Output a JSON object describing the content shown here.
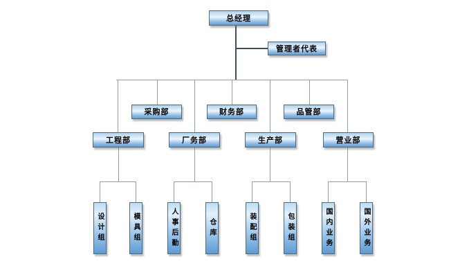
{
  "diagram": {
    "type": "organization-chart",
    "root": {
      "label": "总经理"
    },
    "assistant": {
      "label": "管理者代表"
    },
    "staff_departments": [
      {
        "label": "采购部"
      },
      {
        "label": "财务部"
      },
      {
        "label": "品管部"
      }
    ],
    "line_departments": [
      {
        "label": "工程部",
        "children": [
          {
            "label": "设计组"
          },
          {
            "label": "模具组"
          }
        ]
      },
      {
        "label": "厂务部",
        "children": [
          {
            "label": "人事后勤"
          },
          {
            "label": "仓库"
          }
        ]
      },
      {
        "label": "生产部",
        "children": [
          {
            "label": "装配组"
          },
          {
            "label": "包装组"
          }
        ]
      },
      {
        "label": "营业部",
        "children": [
          {
            "label": "国内业务"
          },
          {
            "label": "国外业务"
          }
        ]
      }
    ],
    "colors": {
      "background": "#ffffff",
      "box_gradient_top": "#aed2ee",
      "box_gradient_highlight": "#ecf5fc",
      "box_gradient_bottom": "#649ed4",
      "box_border": "#4c6a7d",
      "trunk_line": "#3c5160",
      "connector_line": "#8fa0a8",
      "text": "#000000"
    }
  }
}
